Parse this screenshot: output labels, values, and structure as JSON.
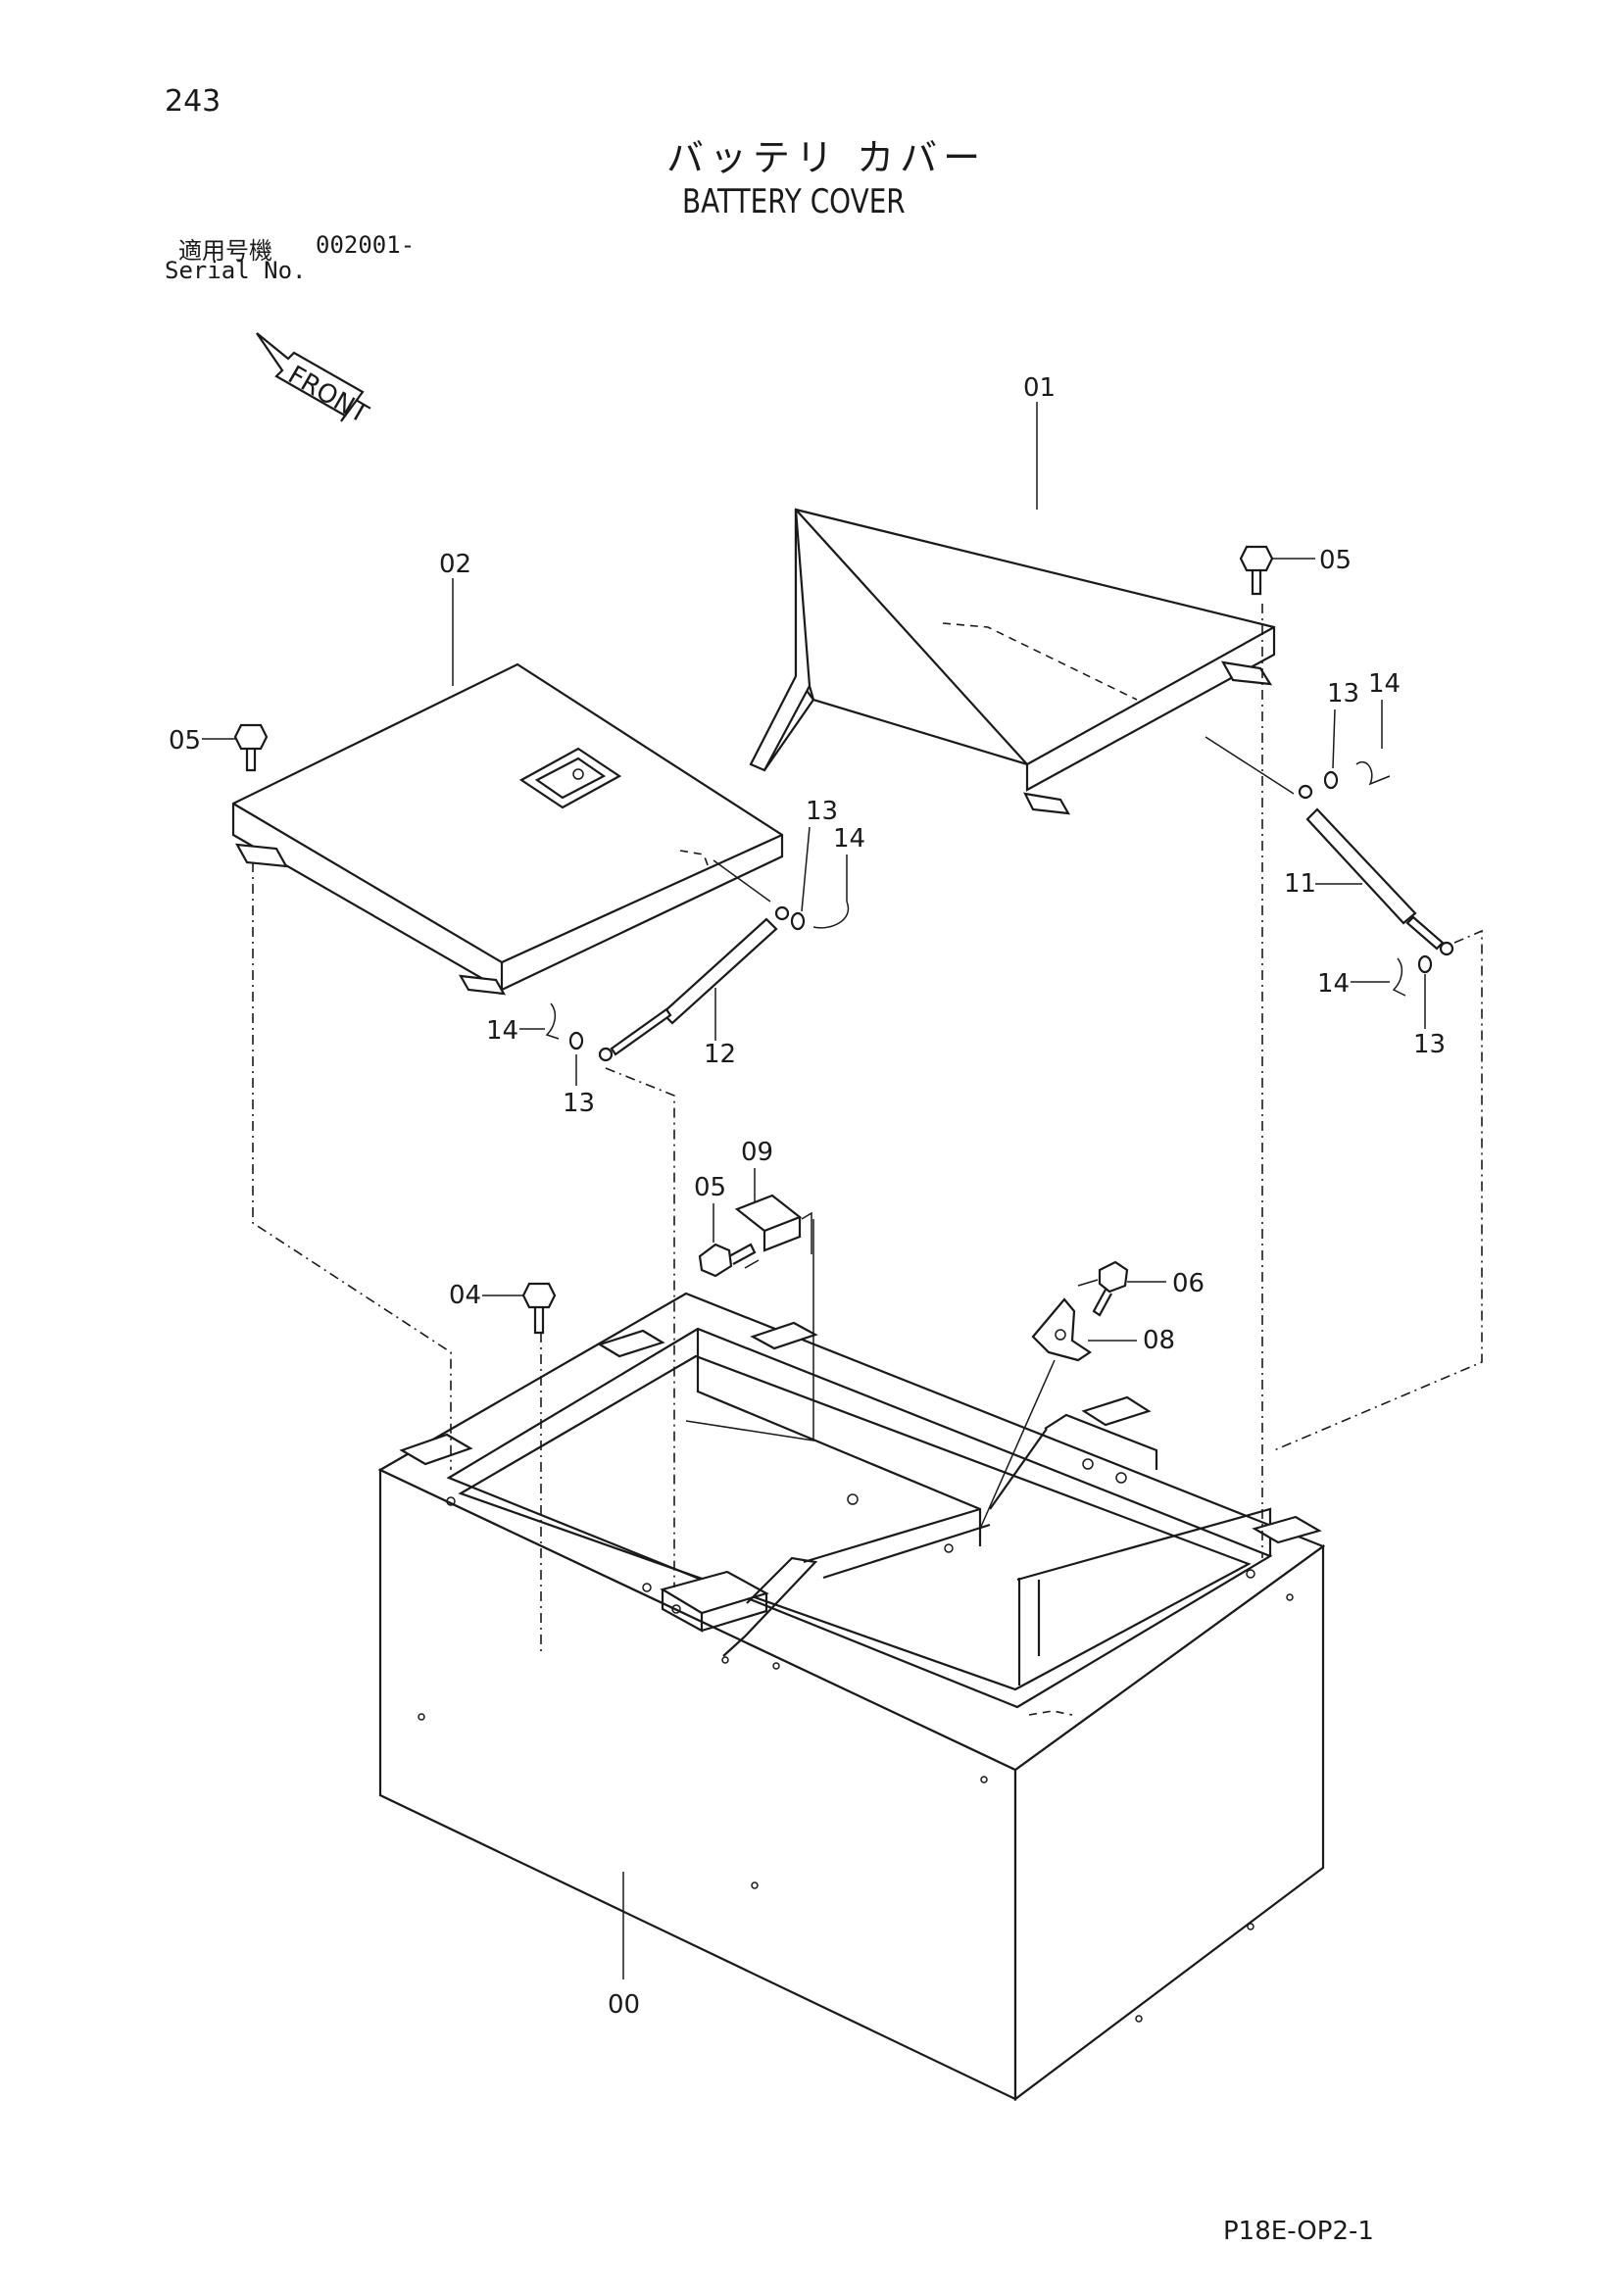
{
  "header": {
    "page_number": "243",
    "title_ja": "バッテリ カバー",
    "title_en": "BATTERY COVER",
    "serial_label_ja": "適用号機",
    "serial_value": "002001-",
    "serial_label_en": "Serial No."
  },
  "front_arrow_label": "FRONT",
  "parts": {
    "p00": "00",
    "p01": "01",
    "p02": "02",
    "p04": "04",
    "p05": "05",
    "p06": "06",
    "p08": "08",
    "p09": "09",
    "p11": "11",
    "p12": "12",
    "p13": "13",
    "p14": "14"
  },
  "footer": {
    "drawing_code": "P18E-OP2-1"
  }
}
